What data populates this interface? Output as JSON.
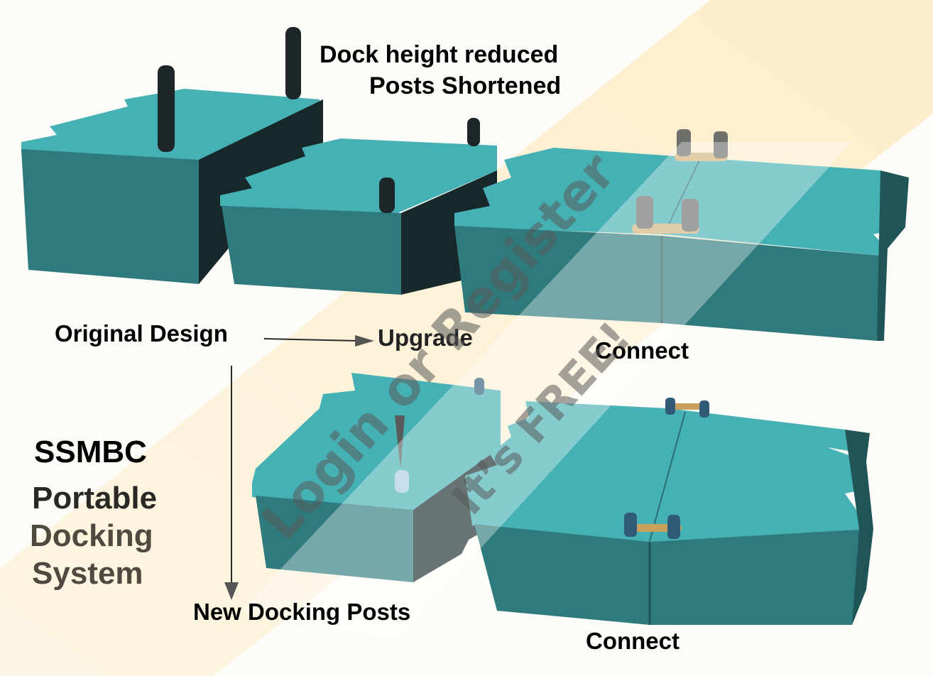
{
  "annotations": {
    "heading_line1": "Dock height reduced",
    "heading_line2": "Posts Shortened",
    "original_design": "Original Design",
    "upgrade": "Upgrade",
    "connect_top": "Connect",
    "new_docking_posts": "New Docking Posts",
    "connect_bottom": "Connect"
  },
  "product_title": {
    "line1": "SSMBC",
    "line2": "Portable",
    "line3": "Docking",
    "line4": "System"
  },
  "watermark": {
    "line1": "Login or Register",
    "line2": "It’s FREE!"
  },
  "colors": {
    "dock_top": "#45b1b5",
    "dock_side": "#2e7a7c",
    "dock_dark": "#16282a",
    "post_dark": "#1c2628",
    "post_gray": "#6e6e6a",
    "bracket_tan": "#d2b27c",
    "background": "#fdfcf8",
    "band": "#fdf1d6"
  }
}
